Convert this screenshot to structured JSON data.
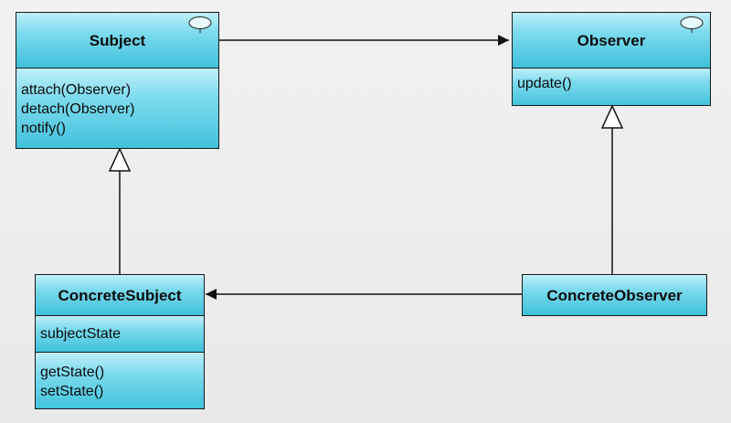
{
  "diagram": {
    "classes": {
      "subject": {
        "name": "Subject",
        "operations": [
          "attach(Observer)",
          "detach(Observer)",
          "notify()"
        ]
      },
      "observer": {
        "name": "Observer",
        "operations": [
          "update()"
        ]
      },
      "concrete_subject": {
        "name": "ConcreteSubject",
        "attributes": [
          "subjectState"
        ],
        "operations": [
          "getState()",
          "setState()"
        ]
      },
      "concrete_observer": {
        "name": "ConcreteObserver"
      }
    },
    "relationships": [
      {
        "type": "association",
        "from": "Subject",
        "to": "Observer"
      },
      {
        "type": "generalization",
        "from": "ConcreteSubject",
        "to": "Subject"
      },
      {
        "type": "generalization",
        "from": "ConcreteObserver",
        "to": "Observer"
      },
      {
        "type": "association",
        "from": "ConcreteObserver",
        "to": "ConcreteSubject"
      }
    ],
    "colors": {
      "box_fill_top": "#bfeffa",
      "box_fill_bottom": "#3fc1db",
      "line": "#1a1a1a"
    }
  }
}
